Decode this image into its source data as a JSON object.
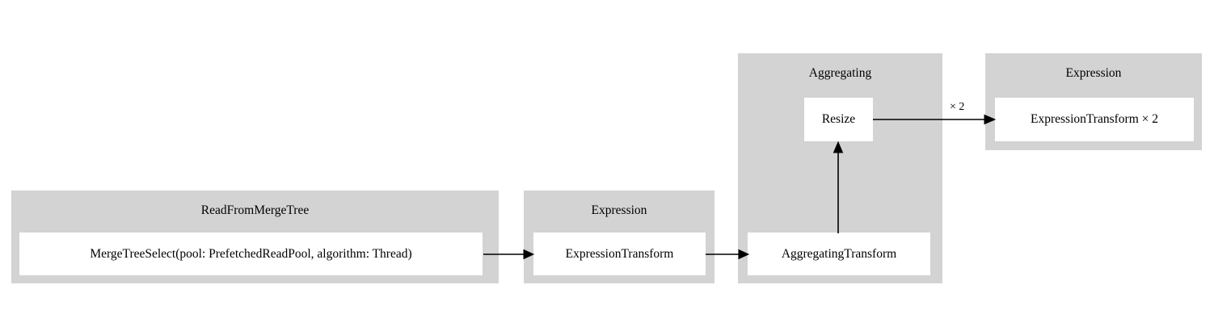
{
  "diagram": {
    "type": "pipeline-graph",
    "background_color": "#ffffff",
    "cluster_fill": "#d3d3d3",
    "node_fill": "#ffffff",
    "edge_color": "#000000",
    "clusters": [
      {
        "id": "read-from-merge-tree",
        "title": "ReadFromMergeTree",
        "nodes": [
          {
            "id": "merge-tree-select",
            "label": "MergeTreeSelect(pool: PrefetchedReadPool, algorithm: Thread)"
          }
        ]
      },
      {
        "id": "expression-1",
        "title": "Expression",
        "nodes": [
          {
            "id": "expression-transform-1",
            "label": "ExpressionTransform"
          }
        ]
      },
      {
        "id": "aggregating",
        "title": "Aggregating",
        "nodes": [
          {
            "id": "resize",
            "label": "Resize"
          },
          {
            "id": "aggregating-transform",
            "label": "AggregatingTransform"
          }
        ]
      },
      {
        "id": "expression-2",
        "title": "Expression",
        "nodes": [
          {
            "id": "expression-transform-2",
            "label": "ExpressionTransform × 2"
          }
        ]
      }
    ],
    "edges": [
      {
        "id": "merge-tree-select-to-expression-transform-1",
        "from": "merge-tree-select",
        "to": "expression-transform-1",
        "label": ""
      },
      {
        "id": "expression-transform-1-to-aggregating-transform",
        "from": "expression-transform-1",
        "to": "aggregating-transform",
        "label": ""
      },
      {
        "id": "aggregating-transform-to-resize",
        "from": "aggregating-transform",
        "to": "resize",
        "label": ""
      },
      {
        "id": "resize-to-expression-transform-2",
        "from": "resize",
        "to": "expression-transform-2",
        "label": "× 2"
      }
    ]
  }
}
